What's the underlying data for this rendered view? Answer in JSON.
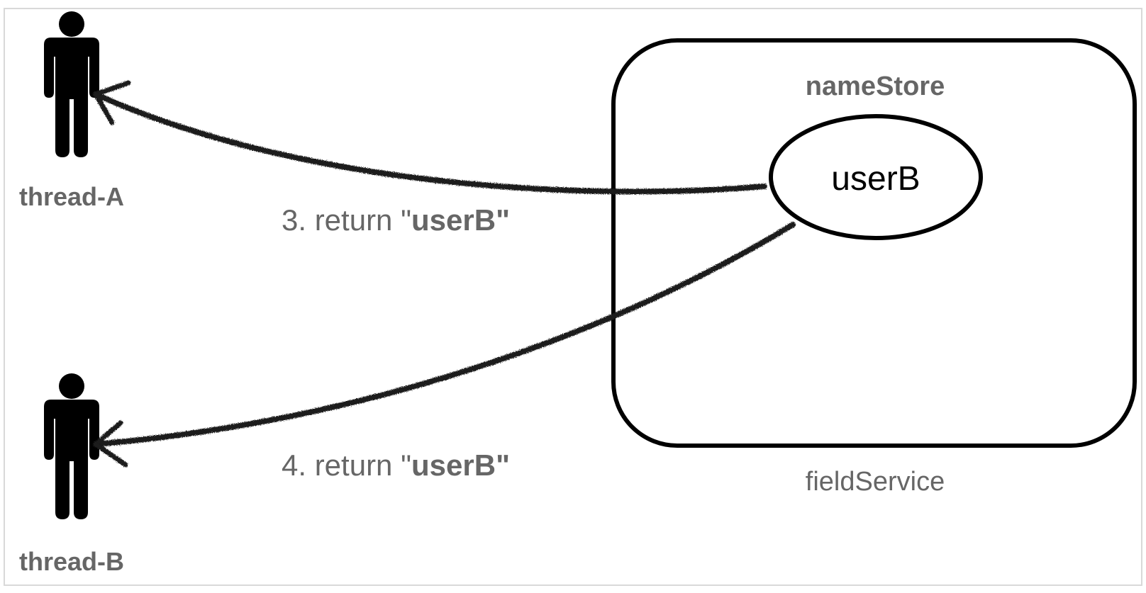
{
  "actors": {
    "thread_a": {
      "label": "thread-A"
    },
    "thread_b": {
      "label": "thread-B"
    }
  },
  "service": {
    "label": "fieldService",
    "store_label": "nameStore",
    "value": "userB"
  },
  "messages": {
    "step3": {
      "prefix": "3. return \"",
      "value": "userB",
      "suffix": "\""
    },
    "step4": {
      "prefix": "4. return \"",
      "value": "userB",
      "suffix": "\""
    }
  },
  "colors": {
    "ink": "#000000",
    "label": "#666666",
    "frame": "#d9d9d9",
    "background": "#ffffff"
  }
}
